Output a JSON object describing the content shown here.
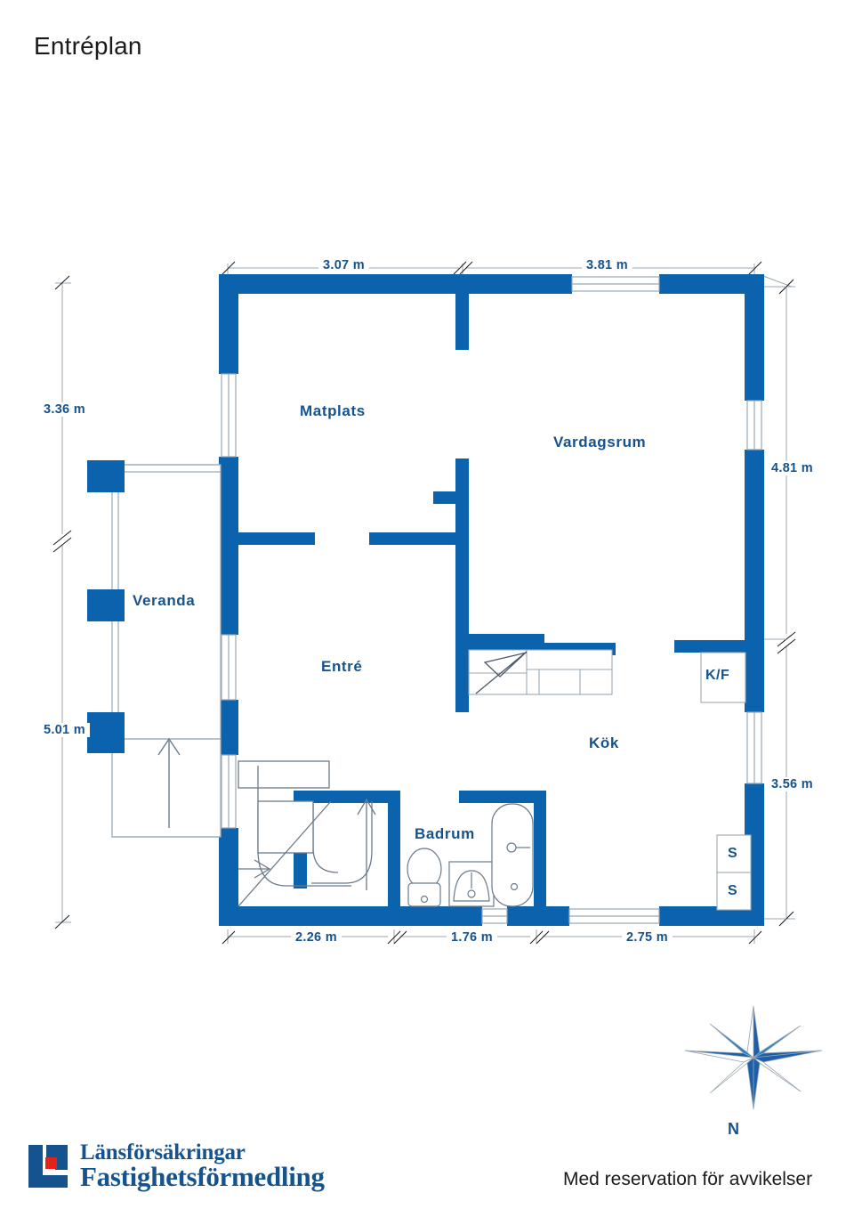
{
  "page": {
    "title": "Entréplan",
    "disclaimer": "Med reservation för avvikelser",
    "wall_color": "#0B63AD",
    "label_color": "#15538f",
    "thin_line_color": "#9aa8b5",
    "logo_red": "#e2231a"
  },
  "rooms": [
    {
      "id": "matplats",
      "label": "Matplats"
    },
    {
      "id": "vardagsrum",
      "label": "Vardagsrum"
    },
    {
      "id": "veranda",
      "label": "Veranda"
    },
    {
      "id": "entre",
      "label": "Entré"
    },
    {
      "id": "kok",
      "label": "Kök"
    },
    {
      "id": "badrum",
      "label": "Badrum"
    }
  ],
  "appliances": [
    {
      "id": "kyl-frys",
      "label": "K/F"
    },
    {
      "id": "skap-1",
      "label": "S"
    },
    {
      "id": "skap-2",
      "label": "S"
    }
  ],
  "dimensions": {
    "top": [
      {
        "id": "top-1",
        "value": "3.07 m"
      },
      {
        "id": "top-2",
        "value": "3.81 m"
      }
    ],
    "left": [
      {
        "id": "left-1",
        "value": "3.36 m"
      },
      {
        "id": "left-2",
        "value": "5.01 m"
      }
    ],
    "right": [
      {
        "id": "right-1",
        "value": "4.81 m"
      },
      {
        "id": "right-2",
        "value": "3.56 m"
      }
    ],
    "bottom": [
      {
        "id": "bottom-1",
        "value": "2.26 m"
      },
      {
        "id": "bottom-2",
        "value": "1.76 m"
      },
      {
        "id": "bottom-3",
        "value": "2.75 m"
      }
    ]
  },
  "compass": {
    "north_label": "N"
  },
  "logo": {
    "line1": "Länsförsäkringar",
    "line2": "Fastighetsförmedling"
  }
}
